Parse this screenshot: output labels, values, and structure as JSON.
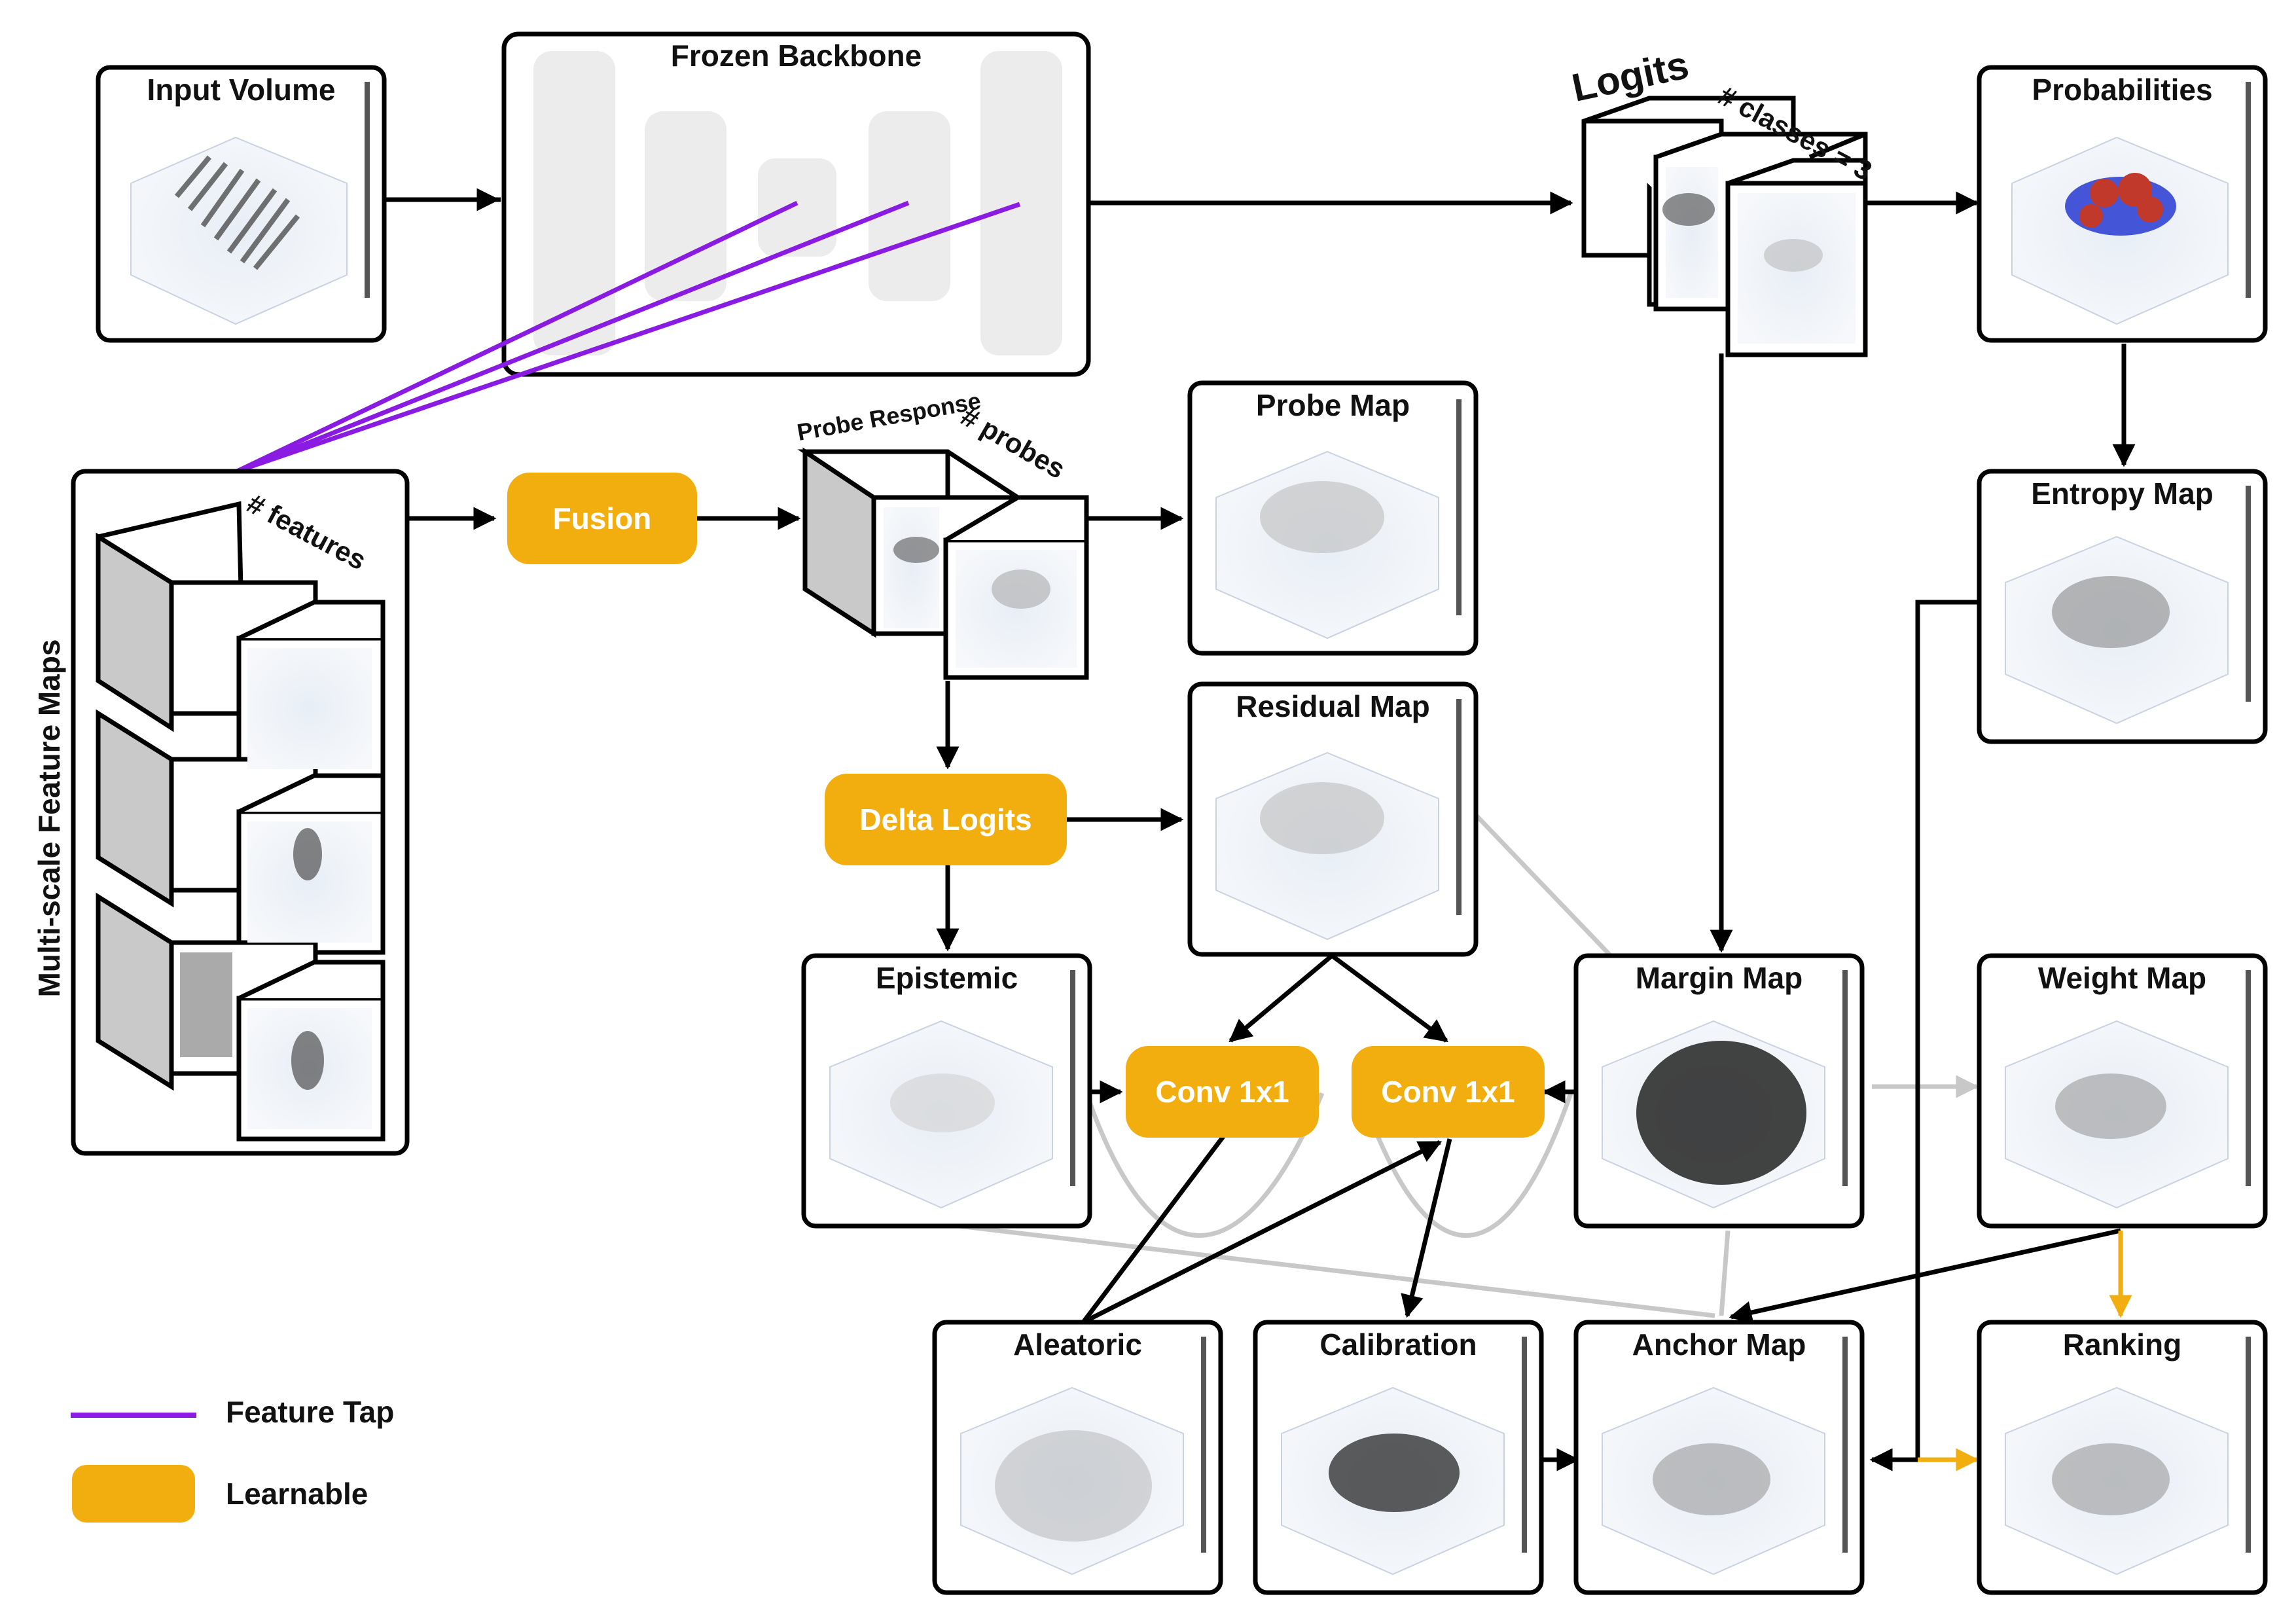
{
  "colors": {
    "learnable": "#F2AE0F",
    "feature_tap": "#8A1BE2",
    "edge": "#000000",
    "muted_edge": "#C8C8C8"
  },
  "panels": {
    "input_volume": "Input Volume",
    "frozen_backbone": "Frozen Backbone",
    "logits": "Logits",
    "classes": "# classes = 3",
    "probabilities": "Probabilities",
    "multiscale": "Multi-scale Feature Maps",
    "features": "# features",
    "probe_response": "Probe Response",
    "probes": "# probes",
    "probe_map": "Probe Map",
    "entropy_map": "Entropy Map",
    "residual_map": "Residual Map",
    "epistemic": "Epistemic",
    "margin_map": "Margin Map",
    "weight_map": "Weight Map",
    "aleatoric": "Aleatoric",
    "calibration": "Calibration",
    "anchor_map": "Anchor Map",
    "ranking": "Ranking"
  },
  "ops": {
    "fusion": "Fusion",
    "delta_logits": "Delta Logits",
    "conv_a": "Conv 1x1",
    "conv_b": "Conv 1x1"
  },
  "legend": {
    "feature_tap": "Feature Tap",
    "learnable": "Learnable"
  }
}
